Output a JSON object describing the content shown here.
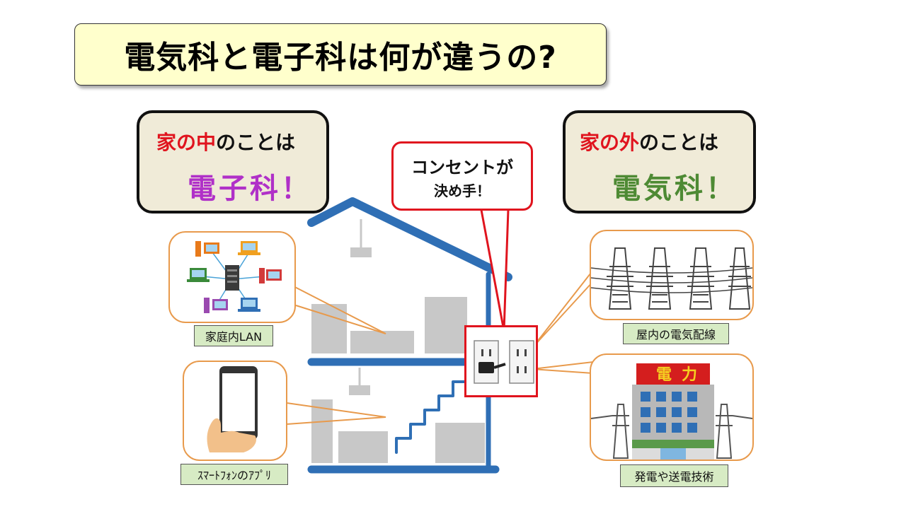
{
  "title": "電気科と電子科は何が違うの?",
  "left_bubble": {
    "line1_highlight": "家の中",
    "line1_rest": "のことは",
    "line2": "電子科！",
    "line2_color": "#b030c8"
  },
  "right_bubble": {
    "line1_highlight": "家の外",
    "line1_rest": "のことは",
    "line2": "電気科！",
    "line2_color": "#4e8a34"
  },
  "outlet_bubble": {
    "line1": "コンセントが",
    "line2": "決め手！"
  },
  "labels": {
    "lan": "家庭内LAN",
    "smartphone": "ｽﾏｰﾄﾌｫﾝのｱﾌﾟﾘ",
    "wiring": "屋内の電気配線",
    "power": "発電や送電技術"
  },
  "power_company_sign": {
    "char1": "電",
    "char2": "力"
  },
  "colors": {
    "accent_red": "#e0141e",
    "house_blue": "#2f6fb5",
    "panel_border": "#e89a4c",
    "label_bg": "#d7ebc4"
  },
  "icons": [
    "computer-network-icon",
    "smartphone-icon",
    "power-tower-icon",
    "power-plant-building-icon",
    "house-cross-section-icon",
    "power-outlet-icon"
  ]
}
